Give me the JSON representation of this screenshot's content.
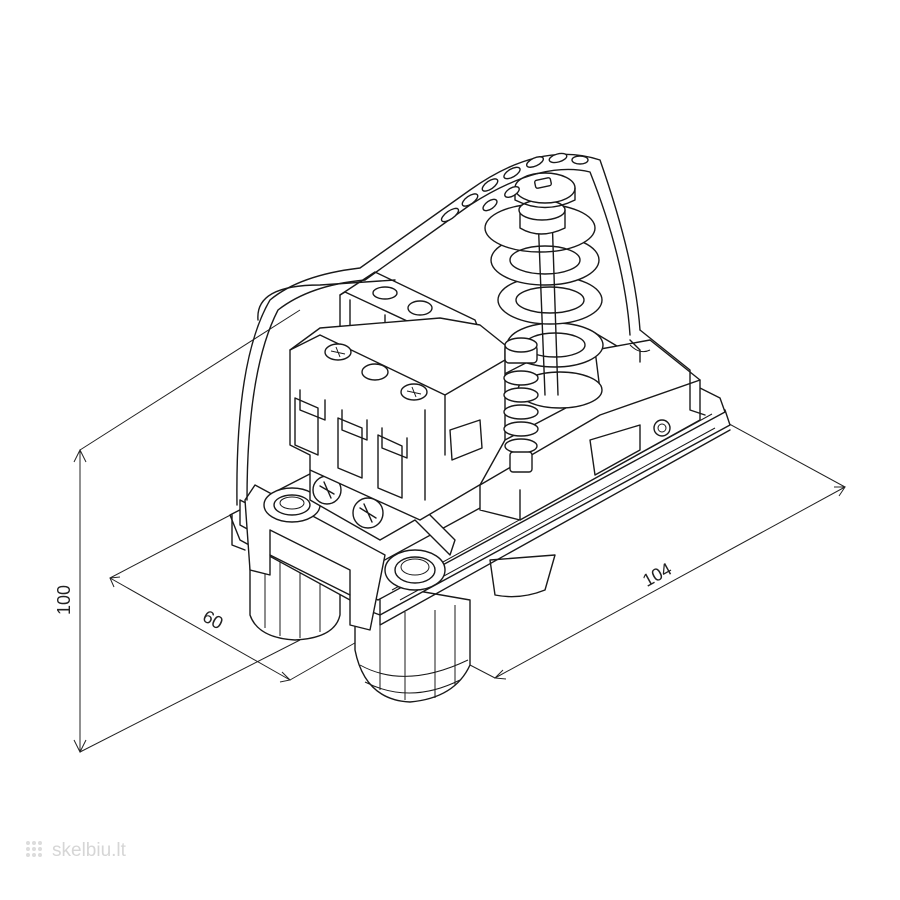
{
  "dimensions": {
    "height": "100",
    "depth": "60",
    "width": "104"
  },
  "watermark": {
    "text": "skelbiu.lt"
  }
}
